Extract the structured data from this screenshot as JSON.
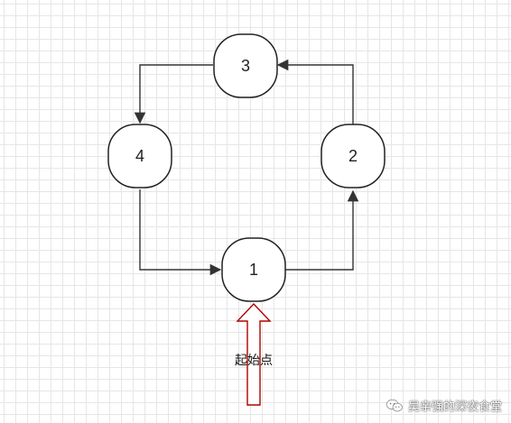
{
  "nodes": [
    {
      "id": "1",
      "label": "1"
    },
    {
      "id": "2",
      "label": "2"
    },
    {
      "id": "3",
      "label": "3"
    },
    {
      "id": "4",
      "label": "4"
    }
  ],
  "edges": [
    {
      "from": "1",
      "to": "2"
    },
    {
      "from": "2",
      "to": "3"
    },
    {
      "from": "3",
      "to": "4"
    },
    {
      "from": "4",
      "to": "1"
    }
  ],
  "start_label": "起始点",
  "watermark": {
    "text": "吴亲强的深夜食堂",
    "icon": "wechat-icon"
  },
  "colors": {
    "node_stroke": "#222222",
    "edge": "#333333",
    "start_arrow": "#b00000"
  }
}
